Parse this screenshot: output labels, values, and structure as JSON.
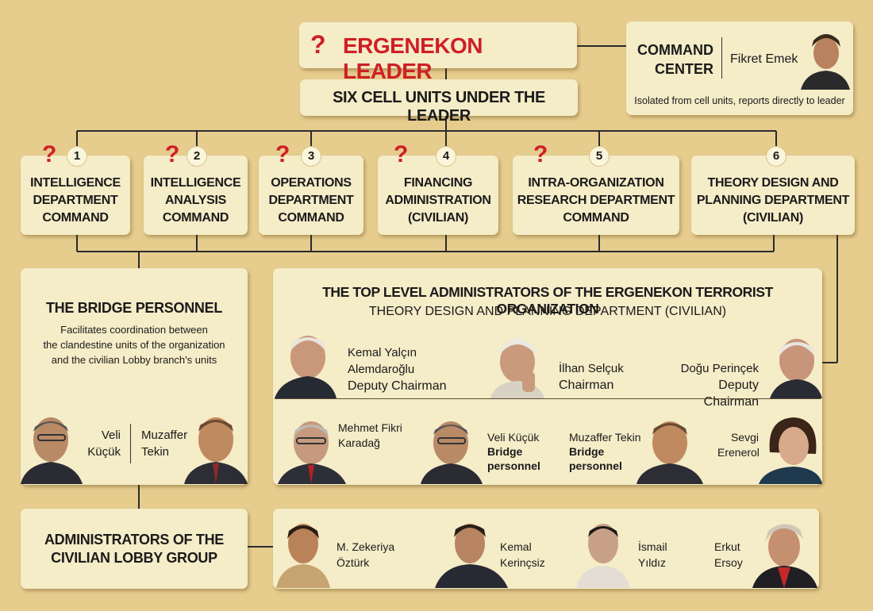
{
  "leader": {
    "qmark": "?",
    "title": "ERGENEKON LEADER"
  },
  "six_cells": {
    "title": "SIX CELL UNITS UNDER THE LEADER"
  },
  "command_center": {
    "title_line1": "COMMAND",
    "title_line2": "CENTER",
    "person": "Fikret Emek",
    "note": "Isolated from cell units, reports directly to leader"
  },
  "departments": [
    {
      "number": "1",
      "has_question": true,
      "lines": [
        "INTELLIGENCE",
        "DEPARTMENT",
        "COMMAND"
      ]
    },
    {
      "number": "2",
      "has_question": true,
      "lines": [
        "INTELLIGENCE",
        "ANALYSIS",
        "COMMAND"
      ]
    },
    {
      "number": "3",
      "has_question": true,
      "lines": [
        "OPERATIONS",
        "DEPARTMENT",
        "COMMAND"
      ]
    },
    {
      "number": "4",
      "has_question": true,
      "lines": [
        "FINANCING",
        "ADMINISTRATION",
        "(CIVILIAN)"
      ]
    },
    {
      "number": "5",
      "has_question": true,
      "lines": [
        "INTRA-ORGANIZATION",
        "RESEARCH DEPARTMENT",
        "COMMAND"
      ]
    },
    {
      "number": "6",
      "has_question": false,
      "lines": [
        "THEORY DESIGN AND",
        "PLANNING DEPARTMENT",
        "(CIVILIAN)"
      ]
    }
  ],
  "bridge": {
    "title": "THE BRIDGE PERSONNEL",
    "desc_lines": [
      "Facilitates coordination between",
      "the clandestine units of the organization",
      "and the civilian Lobby branch's units"
    ],
    "person1": [
      "Veli",
      "Küçük"
    ],
    "person2": [
      "Muzaffer",
      "Tekin"
    ]
  },
  "top_admins": {
    "title": "THE TOP LEVEL ADMINISTRATORS OF THE ERGENEKON TERRORIST ORGANIZATION",
    "subtitle": "THEORY DESIGN AND PLANNING DEPARTMENT (CIVILIAN)",
    "leaders": [
      {
        "name_lines": [
          "Kemal Yalçın",
          "Alemdaroğlu"
        ],
        "role": "Deputy Chairman"
      },
      {
        "name_lines": [
          "İlhan Selçuk"
        ],
        "role": "Chairman"
      },
      {
        "name_lines": [
          "Doğu Perinçek"
        ],
        "role": "Deputy Chairman"
      }
    ],
    "members": [
      {
        "name_lines": [
          "Mehmet Fikri",
          "Karadağ"
        ],
        "role": ""
      },
      {
        "name_lines": [
          "Veli Küçük"
        ],
        "role_lines": [
          "Bridge",
          "personnel"
        ]
      },
      {
        "name_lines": [
          "Muzaffer Tekin"
        ],
        "role_lines": [
          "Bridge",
          "personnel"
        ]
      },
      {
        "name_lines": [
          "Sevgi",
          "Erenerol"
        ],
        "role": ""
      }
    ]
  },
  "lobby": {
    "title_lines": [
      "ADMINISTRATORS OF THE",
      "CIVILIAN LOBBY GROUP"
    ],
    "members": [
      {
        "name_lines": [
          "M. Zekeriya",
          "Öztürk"
        ]
      },
      {
        "name_lines": [
          "Kemal",
          "Kerinçsiz"
        ]
      },
      {
        "name_lines": [
          "İsmail",
          "Yıldız"
        ]
      },
      {
        "name_lines": [
          "Erkut",
          "Ersoy"
        ]
      }
    ]
  },
  "colors": {
    "background": "#e6cd8e",
    "box": "#f5ecc8",
    "accent_red": "#cf1f26"
  }
}
